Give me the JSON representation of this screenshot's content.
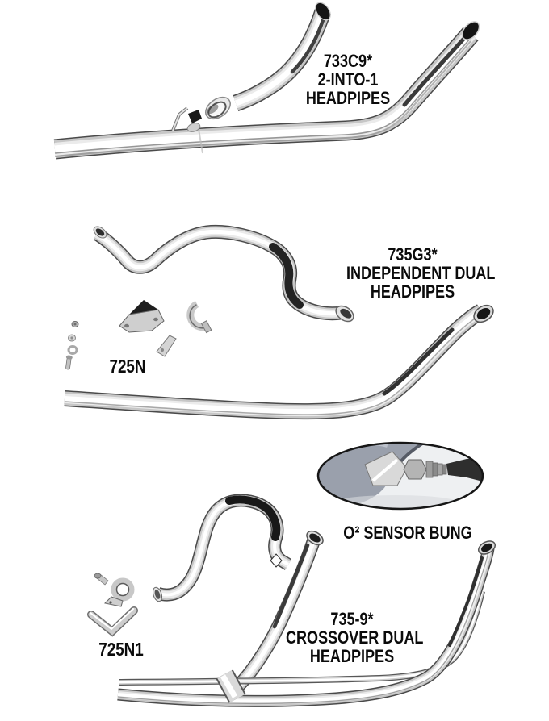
{
  "page": {
    "title": "Exhaust Headpipes Catalog Page",
    "background": "#ffffff",
    "text_color": "#0b0b0b"
  },
  "catalog": {
    "sections": [
      {
        "part": "733C9*",
        "name_line1": "2-INTO-1",
        "name_line2": "HEADPIPES"
      },
      {
        "part": "735G3*",
        "name_line1": "INDEPENDENT DUAL",
        "name_line2": "HEADPIPES"
      },
      {
        "part": "735-9*",
        "name_line1": "CROSSOVER DUAL",
        "name_line2": "HEADPIPES"
      }
    ],
    "hardware_kits": [
      {
        "part": "725N"
      },
      {
        "part": "725N1"
      }
    ],
    "callout": {
      "label": "O² SENSOR BUNG"
    }
  },
  "colors": {
    "chrome_highlight": "#ffffff",
    "chrome_mid": "#c6c6c6",
    "chrome_edge": "#4a4a4a",
    "reflection_dark": "#1a1a1a",
    "sensor_pipe_gray": "#9aa0ac",
    "oval_outline": "#161616"
  }
}
